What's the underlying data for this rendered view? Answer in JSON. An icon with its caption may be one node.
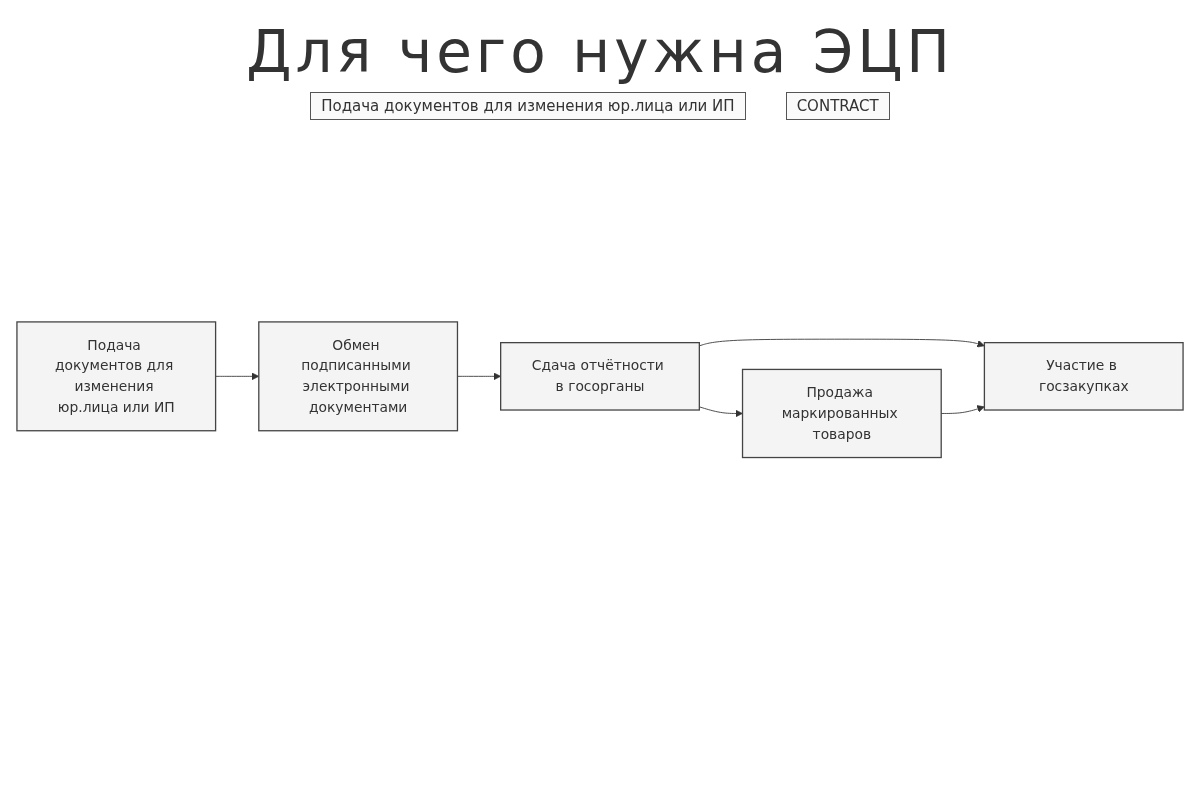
{
  "diagram": {
    "title": "Для чего нужна ЭЦП",
    "nodes": [
      {
        "text": [
          "Подача документов для изменения юр.лица или ИП"
        ]
      },
      {
        "text": [
          "Обмен подписанными электронными документами"
        ]
      },
      {
        "text": [
          "Сдача отчётности в госорганы"
        ]
      },
      {
        "text": [
          "Продажа маркированных товаров"
        ]
      },
      {
        "text": [
          "Участие в госзакупках"
        ]
      }
    ],
    "edges": [
      {
        "from": 0,
        "to": 1,
        "arrow": "to"
      },
      {
        "from": 1,
        "to": 2,
        "arrow": "to"
      },
      {
        "from": 2,
        "to": 3,
        "arrow": "to"
      },
      {
        "from": 2,
        "to": 4,
        "arrow": "to"
      },
      {
        "from": 3,
        "to": 4,
        "arrow": "to"
      }
    ],
    "labels": [
      "Подача документов для изменения юр.лица или ИП",
      "CONTRACT"
    ]
  }
}
